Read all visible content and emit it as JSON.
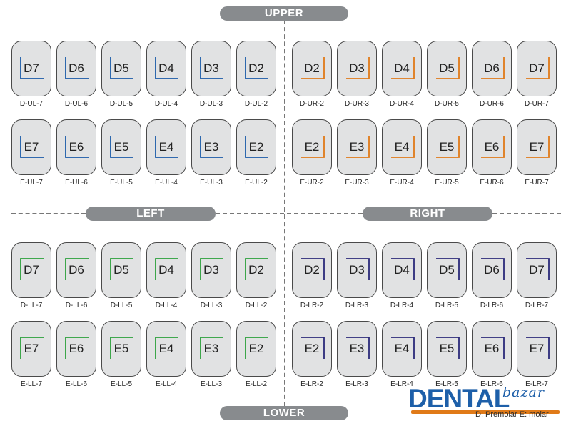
{
  "headings": {
    "upper": "UPPER",
    "lower": "LOWER",
    "left": "LEFT",
    "right": "RIGHT"
  },
  "colors": {
    "ul": "#1a5aa8",
    "ur": "#e07a18",
    "ll": "#2aa03a",
    "lr": "#2b2a7a"
  },
  "quadrants": {
    "ul": {
      "d": {
        "codes": [
          "D7",
          "D6",
          "D5",
          "D4",
          "D3",
          "D2"
        ],
        "labels": [
          "D-UL-7",
          "D-UL-6",
          "D-UL-5",
          "D-UL-4",
          "D-UL-3",
          "D-UL-2"
        ]
      },
      "e": {
        "codes": [
          "E7",
          "E6",
          "E5",
          "E4",
          "E3",
          "E2"
        ],
        "labels": [
          "E-UL-7",
          "E-UL-6",
          "E-UL-5",
          "E-UL-4",
          "E-UL-3",
          "E-UL-2"
        ]
      }
    },
    "ur": {
      "d": {
        "codes": [
          "D2",
          "D3",
          "D4",
          "D5",
          "D6",
          "D7"
        ],
        "labels": [
          "D-UR-2",
          "D-UR-3",
          "D-UR-4",
          "D-UR-5",
          "D-UR-6",
          "D-UR-7"
        ]
      },
      "e": {
        "codes": [
          "E2",
          "E3",
          "E4",
          "E5",
          "E6",
          "E7"
        ],
        "labels": [
          "E-UR-2",
          "E-UR-3",
          "E-UR-4",
          "E-UR-5",
          "E-UR-6",
          "E-UR-7"
        ]
      }
    },
    "ll": {
      "d": {
        "codes": [
          "D7",
          "D6",
          "D5",
          "D4",
          "D3",
          "D2"
        ],
        "labels": [
          "D-LL-7",
          "D-LL-6",
          "D-LL-5",
          "D-LL-4",
          "D-LL-3",
          "D-LL-2"
        ]
      },
      "e": {
        "codes": [
          "E7",
          "E6",
          "E5",
          "E4",
          "E3",
          "E2"
        ],
        "labels": [
          "E-LL-7",
          "E-LL-6",
          "E-LL-5",
          "E-LL-4",
          "E-LL-3",
          "E-LL-2"
        ]
      }
    },
    "lr": {
      "d": {
        "codes": [
          "D2",
          "D3",
          "D4",
          "D5",
          "D6",
          "D7"
        ],
        "labels": [
          "D-LR-2",
          "D-LR-3",
          "D-LR-4",
          "D-LR-5",
          "D-LR-6",
          "D-LR-7"
        ]
      },
      "e": {
        "codes": [
          "E2",
          "E3",
          "E4",
          "E5",
          "E6",
          "E7"
        ],
        "labels": [
          "E-LR-2",
          "E-LR-3",
          "E-LR-4",
          "E-LR-5",
          "E-LR-6",
          "E-LR-7"
        ]
      }
    }
  },
  "logo": {
    "brand": "DENTAL",
    "sub": "bazar",
    "legend": "D: Premolar E: molar"
  }
}
